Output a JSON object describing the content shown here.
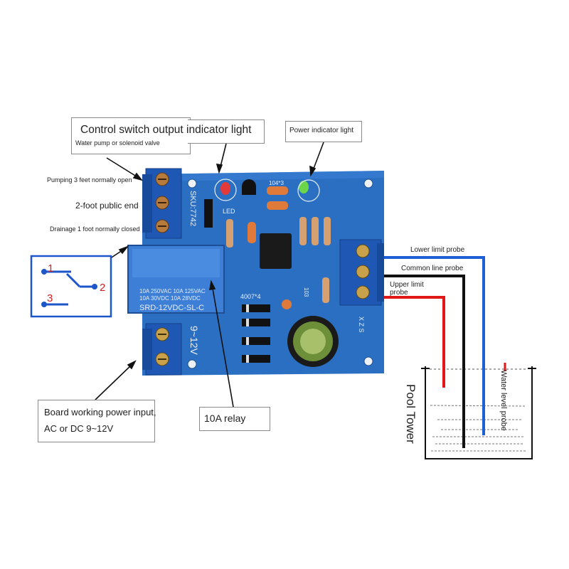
{
  "callouts": {
    "control_output_light": "Control switch output indicator light",
    "pump_valve": "Water pump or solenoid valve",
    "power_light": "Power indicator light",
    "board_power_line1": "Board working power input,",
    "board_power_line2": "AC or DC 9~12V",
    "relay": "10A relay"
  },
  "terminal_labels": {
    "pump_open": "Pumping 3 feet normally open",
    "public_end": "2-foot public end",
    "drain_closed": "Drainage 1 foot normally closed"
  },
  "switch_diagram": {
    "pin1": "1",
    "pin2": "2",
    "pin3": "3"
  },
  "probe_labels": {
    "lower": "Lower limit probe",
    "common": "Common line probe",
    "upper": "Upper limit probe",
    "water_level": "Water level probe"
  },
  "tank_label": "Pool Tower",
  "board_text": {
    "sku": "SKU:7742",
    "relay_line1": "10A 250VAC  10A 125VAC",
    "relay_line2": "10A  30VDC  10A  28VDC",
    "relay_model": "SRD-12VDC-SL-C",
    "led": "LED",
    "cap_code": "104*3",
    "diode_code": "4007*4",
    "voltage": "9~12V",
    "res_code": "103",
    "xzs": "X Z S"
  },
  "colors": {
    "board_blue": "#2b6fc2",
    "wire_blue": "#1f5fd6",
    "wire_red": "#e01818",
    "wire_black": "#111111",
    "switch_border": "#1d56c9",
    "pin_red": "#d42020"
  }
}
